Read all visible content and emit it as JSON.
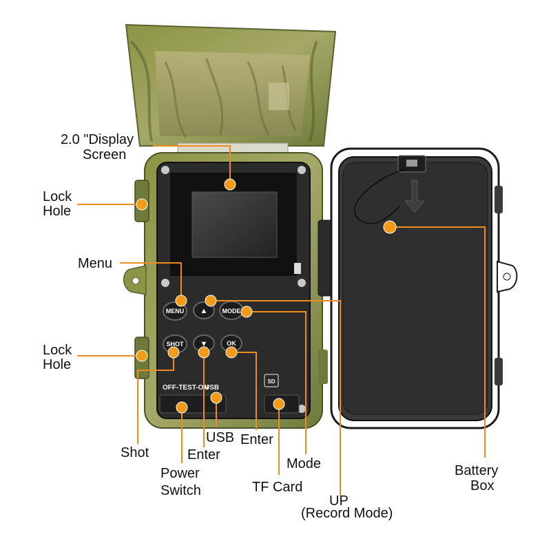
{
  "labels": {
    "display_line1": "2.0 \"Display",
    "display_line2": "Screen",
    "lock_hole_top_line1": "Lock",
    "lock_hole_top_line2": "Hole",
    "menu": "Menu",
    "lock_hole_bottom_line1": "Lock",
    "lock_hole_bottom_line2": "Hole",
    "shot": "Shot",
    "power_switch_line1": "Power",
    "power_switch_line2": "Switch",
    "enter_left": "Enter",
    "usb": "USB",
    "enter_right": "Enter",
    "mode": "Mode",
    "tf_card": "TF Card",
    "up_line1": "UP",
    "up_line2": "(Record Mode)",
    "battery_box_line1": "Battery",
    "battery_box_line2": "Box"
  },
  "device": {
    "btn_menu": "MENU",
    "btn_up": "▲",
    "btn_mode": "MODE",
    "btn_shot": "SHOT",
    "btn_down": "▼",
    "btn_ok": "OK",
    "switch_text": "OFF-TEST-ON",
    "usb_text": "USB",
    "sd_text": "SD"
  },
  "colors": {
    "accent": "#f39a1b",
    "camo": "#7f8a3e",
    "panel": "#2b2b2b",
    "battery_box": "#2f2f2f"
  }
}
